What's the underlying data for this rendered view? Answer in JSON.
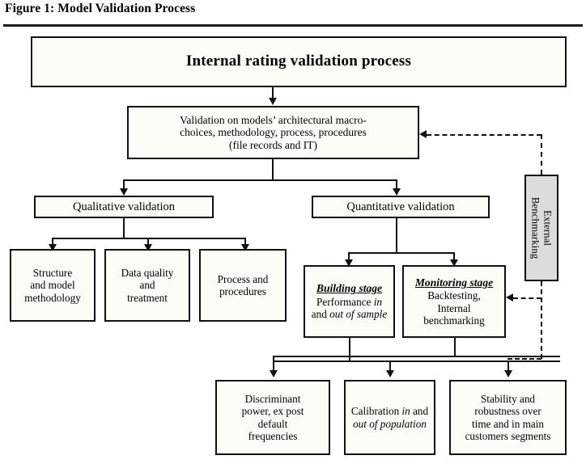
{
  "figure": {
    "caption": "Figure 1: Model Validation Process"
  },
  "colors": {
    "box_fill": "#fdfdf7",
    "box_border": "#111111",
    "grey_fill": "#dcdcda",
    "line": "#111111"
  },
  "diagram": {
    "type": "flowchart",
    "root": {
      "label": "Internal rating validation process"
    },
    "macro": {
      "line1": "Validation on models’ architectural macro-",
      "line2": "choices, methodology, process, procedures",
      "line3": "(file records and IT)"
    },
    "branches": [
      {
        "label": "Qualitative validation"
      },
      {
        "label": "Quantitative validation"
      }
    ],
    "qualitative_children": [
      {
        "line1": "Structure",
        "line2": "and model",
        "line3": "methodology"
      },
      {
        "line1": "Data quality",
        "line2": "and",
        "line3": "treatment"
      },
      {
        "line1": "Process and",
        "line2": "procedures"
      }
    ],
    "quantitative_children": [
      {
        "heading": "Building stage",
        "body_pre": "Performance ",
        "body_em1": "in",
        "body_mid": " and ",
        "body_em2": "out of sample"
      },
      {
        "heading": "Monitoring stage",
        "line1": "Backtesting,",
        "line2": "Internal",
        "line3": "benchmarking"
      }
    ],
    "outcomes": [
      {
        "line1": "Discriminant",
        "line2": "power, ex post",
        "line3": "default",
        "line4": "frequencies"
      },
      {
        "pre": "Calibration ",
        "em1": "in",
        "mid": " and ",
        "em2": "out of population"
      },
      {
        "line1": "Stability and",
        "line2": "robustness over",
        "line3": "time and in main",
        "line4": "customers segments"
      }
    ],
    "external": {
      "line1": "External",
      "line2": "Benchmarking"
    }
  }
}
